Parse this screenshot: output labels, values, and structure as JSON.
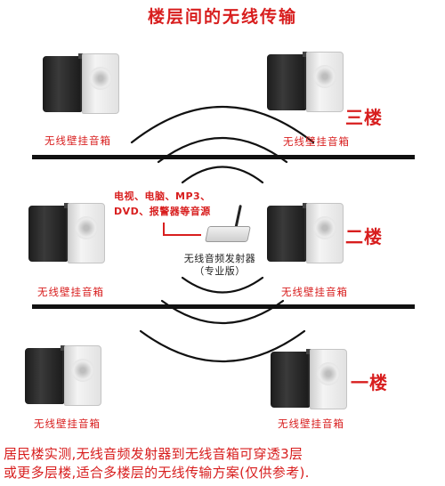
{
  "title": "楼层间的无线传输",
  "speaker_label": "无线壁挂音箱",
  "floors": {
    "third": "三楼",
    "second": "二楼",
    "first": "一楼"
  },
  "source": {
    "line1": "电视、电脑、MP3、",
    "line2": "DVD、报警器等音源"
  },
  "transmitter": {
    "line1": "无线音频发射器",
    "line2": "（专业版）"
  },
  "footer": {
    "line1": "居民楼实测,无线音频发射器到无线音箱可穿透3层",
    "line2": "或更多层楼,适合多楼层的无线传输方案(仅供参考)."
  },
  "colors": {
    "title": "#d81e1e",
    "speaker_label": "#d81e1e",
    "floor_label": "#d81e1e",
    "source_text": "#d81e1e",
    "transmitter_text": "#222222",
    "footer": "#d81e1e",
    "waves": "#111111",
    "cable": "#d81e1e"
  },
  "icons": [
    "speaker-icon",
    "transmitter-icon",
    "wireless-wave-icon"
  ]
}
